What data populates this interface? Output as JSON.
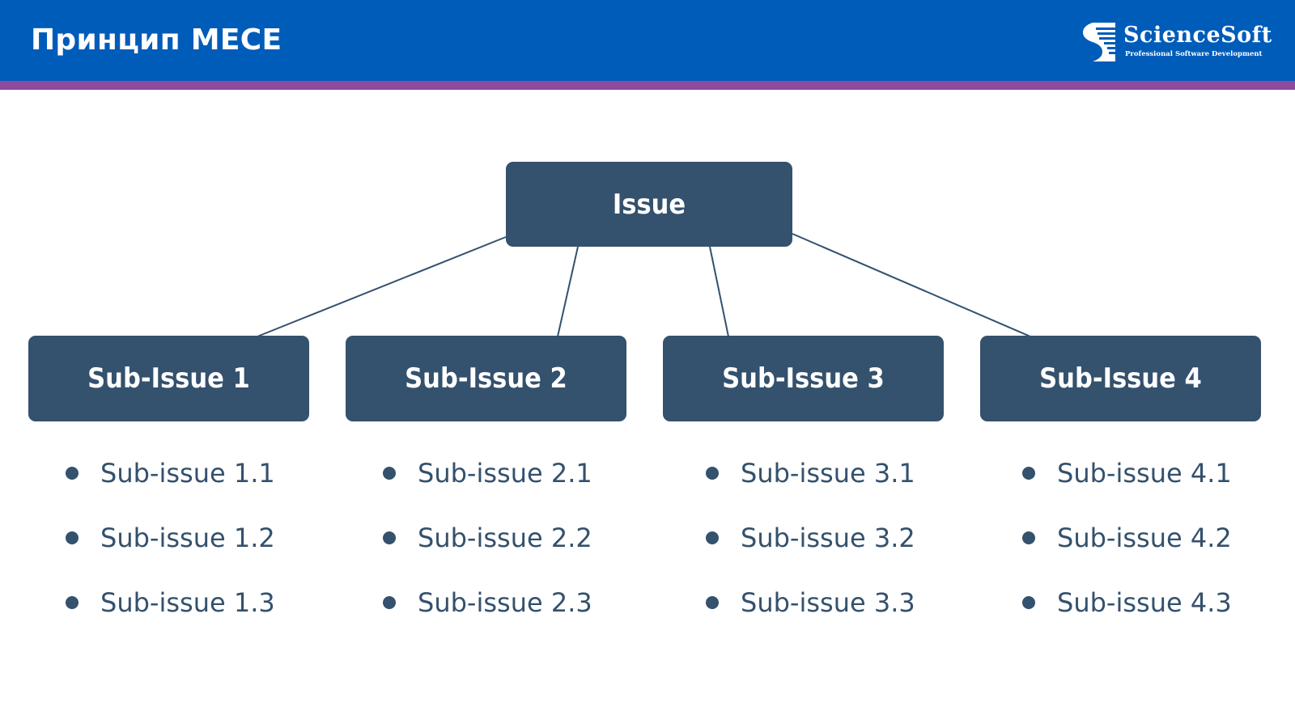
{
  "header": {
    "title": "Принцип MECE",
    "logo": {
      "name": "ScienceSoft",
      "tagline": "Professional Software Development",
      "icon": "sciencesoft-logo-icon"
    }
  },
  "colors": {
    "header_bg": "#005cb9",
    "header_stripe": "#8d4a9e",
    "node_bg": "#34516d",
    "node_text": "#ffffff",
    "leaf_text": "#34516d",
    "connector": "#34516d"
  },
  "diagram": {
    "root": {
      "label": "Issue"
    },
    "children": [
      {
        "label": "Sub-Issue 1",
        "items": [
          "Sub-issue 1.1",
          "Sub-issue 1.2",
          "Sub-issue 1.3"
        ]
      },
      {
        "label": "Sub-Issue 2",
        "items": [
          "Sub-issue 2.1",
          "Sub-issue 2.2",
          "Sub-issue 2.3"
        ]
      },
      {
        "label": "Sub-Issue 3",
        "items": [
          "Sub-issue 3.1",
          "Sub-issue 3.2",
          "Sub-issue 3.3"
        ]
      },
      {
        "label": "Sub-Issue 4",
        "items": [
          "Sub-issue 4.1",
          "Sub-issue 4.2",
          "Sub-issue 4.3"
        ]
      }
    ]
  }
}
